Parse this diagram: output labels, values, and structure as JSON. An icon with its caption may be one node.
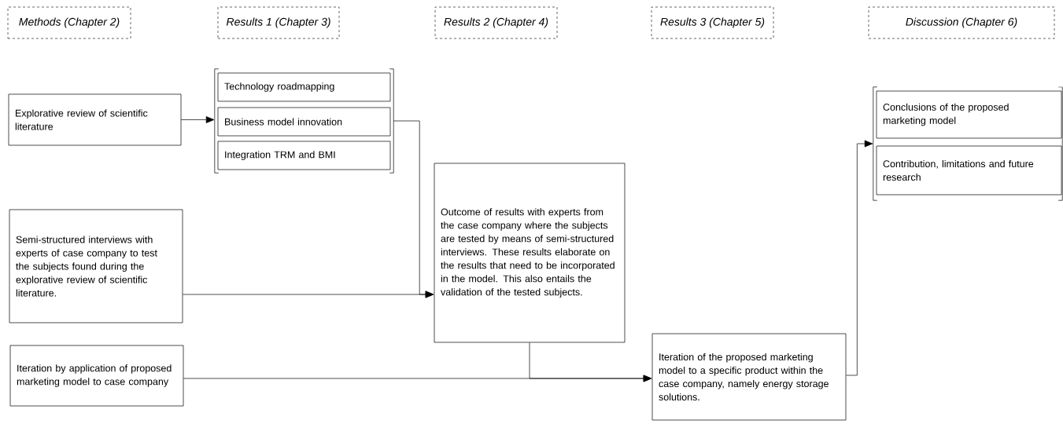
{
  "diagram": {
    "nodes": [
      {
        "text": [
          "Methods (Chapter 2)"
        ]
      },
      {
        "text": [
          "Results 1 (Chapter 3)"
        ]
      },
      {
        "text": [
          "Results 2 (Chapter 4)"
        ]
      },
      {
        "text": [
          "Results 3 (Chapter 5)"
        ]
      },
      {
        "text": [
          "Discussion (Chapter 6)"
        ]
      },
      {
        "text": [
          "Explorative review of scientific literature"
        ]
      },
      {
        "text": [
          "Semi-structured interviews with experts of case company to test the subjects found during the explorative review of scientific literature."
        ]
      },
      {
        "text": [
          "Iteration by application of proposed marketing model to case company"
        ]
      },
      {
        "text": [],
        "shape": "bracket"
      },
      {
        "text": [
          "Technology roadmapping"
        ],
        "in": 8
      },
      {
        "text": [
          "Business model innovation"
        ],
        "in": 8
      },
      {
        "text": [
          "Integration TRM and BMI"
        ],
        "in": 8
      },
      {
        "text": [
          "Outcome of results with experts from the case company where the subjects are tested by means of semi-structured interviews. These results elaborate on the results that need to be incorporated in the model. This also entails the validation of the tested subjects."
        ]
      },
      {
        "text": [
          "Iteration of the proposed marketing model to a specific product within the case company, namely energy storage solutions."
        ]
      },
      {
        "text": [],
        "shape": "bracket"
      },
      {
        "text": [
          "Conclusions of the proposed marketing model"
        ],
        "in": 14
      },
      {
        "text": [
          "Contribution, limitations and future research"
        ],
        "in": 14
      }
    ],
    "edges": [
      {
        "from": 5,
        "to": 8,
        "arrow": "to"
      },
      {
        "from": 8,
        "to": 12,
        "arrow": "to"
      },
      {
        "from": 6,
        "to": 12,
        "arrow": "to"
      },
      {
        "from": 12,
        "to": 13,
        "arrow": "to"
      },
      {
        "from": 7,
        "to": 13,
        "arrow": "to"
      },
      {
        "from": 13,
        "to": 14,
        "arrow": "to"
      }
    ]
  }
}
